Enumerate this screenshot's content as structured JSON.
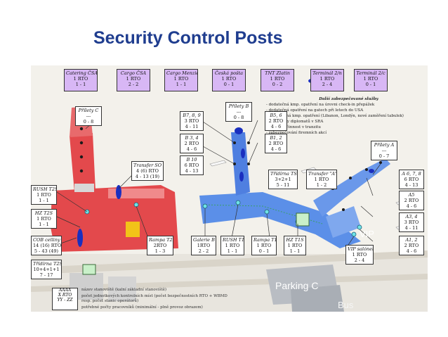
{
  "title": "Security Control Posts",
  "top_boxes": [
    {
      "name": "Catering ČSA",
      "l1": "1 RTO",
      "l2": "1 - 1"
    },
    {
      "name": "Cargo ČSA",
      "l1": "1 RTO",
      "l2": "2 - 2"
    },
    {
      "name": "Cargo Menzies",
      "l1": "1 RTO",
      "l2": "1 - 1"
    },
    {
      "name": "Česká pošta",
      "l1": "1 RTO",
      "l2": "0 - 1"
    },
    {
      "name": "TNT Zlatin",
      "l1": "1 RTO",
      "l2": "0 - 2"
    },
    {
      "name": "Terminál 2/n",
      "l1": "1 RTO",
      "l2": "2 - 4"
    },
    {
      "name": "Terminál 2/c",
      "l1": "1 RTO",
      "l2": "0 - 1"
    }
  ],
  "boxes": {
    "pr_c": {
      "name": "Přílety C",
      "l1": "---",
      "l2": "0 - 8"
    },
    "pr_b": {
      "name": "Přílety B",
      "l1": "---",
      "l2": "0 - 8"
    },
    "pr_a": {
      "name": "Přílety A",
      "l1": "---",
      "l2": "0 - 7"
    },
    "b78": {
      "name": "B7, 8, 9",
      "l1": "3 RTO",
      "l2": "4 - 11"
    },
    "b34": {
      "name": "B 3, 4",
      "l1": "2 RTO",
      "l2": "4 - 6"
    },
    "b10": {
      "name": "B 10",
      "l1": "6 RTO",
      "l2": "4 - 13"
    },
    "b56": {
      "name": "B5, 6",
      "l1": "2 RTO",
      "l2": "4 - 6"
    },
    "b12": {
      "name": "B1, 2",
      "l1": "2 RTO",
      "l2": "4 - 6"
    },
    "transfer_so": {
      "name": "Transfer SO",
      "l1": "4 (6) RTO",
      "l2": "4 - 13 (19)"
    },
    "trideni_ts": {
      "name": "Třídírna TS",
      "l1": "3+2+1",
      "l2": "5 - 11"
    },
    "transfer_a": {
      "name": "Transfer \"A\"",
      "l1": "1 RTO",
      "l2": "1 - 2"
    },
    "rush1": {
      "name": "RUSH T2S",
      "l1": "1 RTO",
      "l2": "1 - 1"
    },
    "hz": {
      "name": "HZ T2S",
      "l1": "1 RTO",
      "l2": "1 - 1"
    },
    "cob": {
      "name": "COB celliny T2S",
      "l1": "14 (16) RTO",
      "l2": "5 - 43 (49)"
    },
    "trideni_t2s": {
      "name": "Třídírna T2S",
      "l1": "10+4+1+1",
      "l2": "7 - 17"
    },
    "rampa1": {
      "name": "Rampa T2S",
      "l1": "2RTO",
      "l2": "1 - 3"
    },
    "galerie": {
      "name": "Galerie B",
      "l1": "1RTO",
      "l2": "2 - 2"
    },
    "rush2": {
      "name": "RUSH T1S",
      "l1": "1 RTO",
      "l2": "1 - 1"
    },
    "rampa2": {
      "name": "Rampa T1S",
      "l1": "1 RTO",
      "l2": "0 - 1"
    },
    "hz2": {
      "name": "HZ T1S",
      "l1": "1 RTO",
      "l2": "1 - 1"
    },
    "vip": {
      "name": "VIP salónek",
      "l1": "1 RTO",
      "l2": "2 - 4"
    },
    "a678": {
      "name": "A 6, 7, 8",
      "l1": "6 RTO",
      "l2": "4 - 13"
    },
    "a5": {
      "name": "A5",
      "l1": "2 RTO",
      "l2": "4 - 6"
    },
    "a34": {
      "name": "A3, 4",
      "l1": "3 RTO",
      "l2": "4 - 11"
    },
    "a12": {
      "name": "A1, 2",
      "l1": "2 RTO",
      "l2": "4 - 6"
    }
  },
  "notes": {
    "title": "Další zabezpečované služby",
    "items": [
      "- dodatečná  kmp.  opatření na úrovni check-in přepážek",
      "- dodatečná opatření na gatech při letech do USA",
      "- mimořádná  kmp.  opatření (Libanon, Londýn, nové zaměření tabulek)",
      "- doprovody diplomatů v SRA",
      "- hlídková činnost v tranzitu",
      "- zabezpečování firemních akcí"
    ]
  },
  "legend": [
    {
      "box": "AAAA",
      "text": "název stanoviště (kalní základní stanoviště)"
    },
    {
      "box": "X RTO",
      "text": "počet jednotkových kontrolních míst (počet bezpečnostních RTO + WBMD"
    },
    {
      "box": "YY - ZZ",
      "text": "resp. počet stanic operátorů)"
    },
    {
      "box": "",
      "text": "potřebné počty pracovníků (minimální - plně provoz obrazem)"
    }
  ],
  "signs": {
    "parking": "Parking C",
    "bus": "Bus",
    "vip": "VIP"
  }
}
